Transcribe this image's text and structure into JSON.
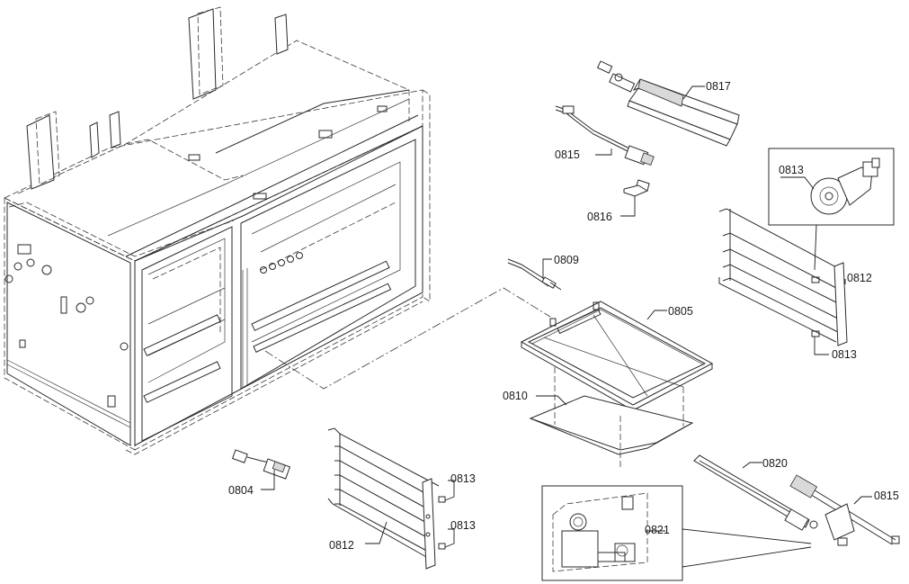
{
  "callouts": {
    "c0817": "0817",
    "c0815_top": "0815",
    "c0816": "0816",
    "c0813_inset": "0813",
    "c0812_right": "0812",
    "c0813_right": "0813",
    "c0809": "0809",
    "c0805": "0805",
    "c0810": "0810",
    "c0804": "0804",
    "c0812_bottom": "0812",
    "c0813_bottom_a": "0813",
    "c0813_bottom_b": "0813",
    "c0820": "0820",
    "c0815_bottom": "0815",
    "c0821": "0821"
  }
}
